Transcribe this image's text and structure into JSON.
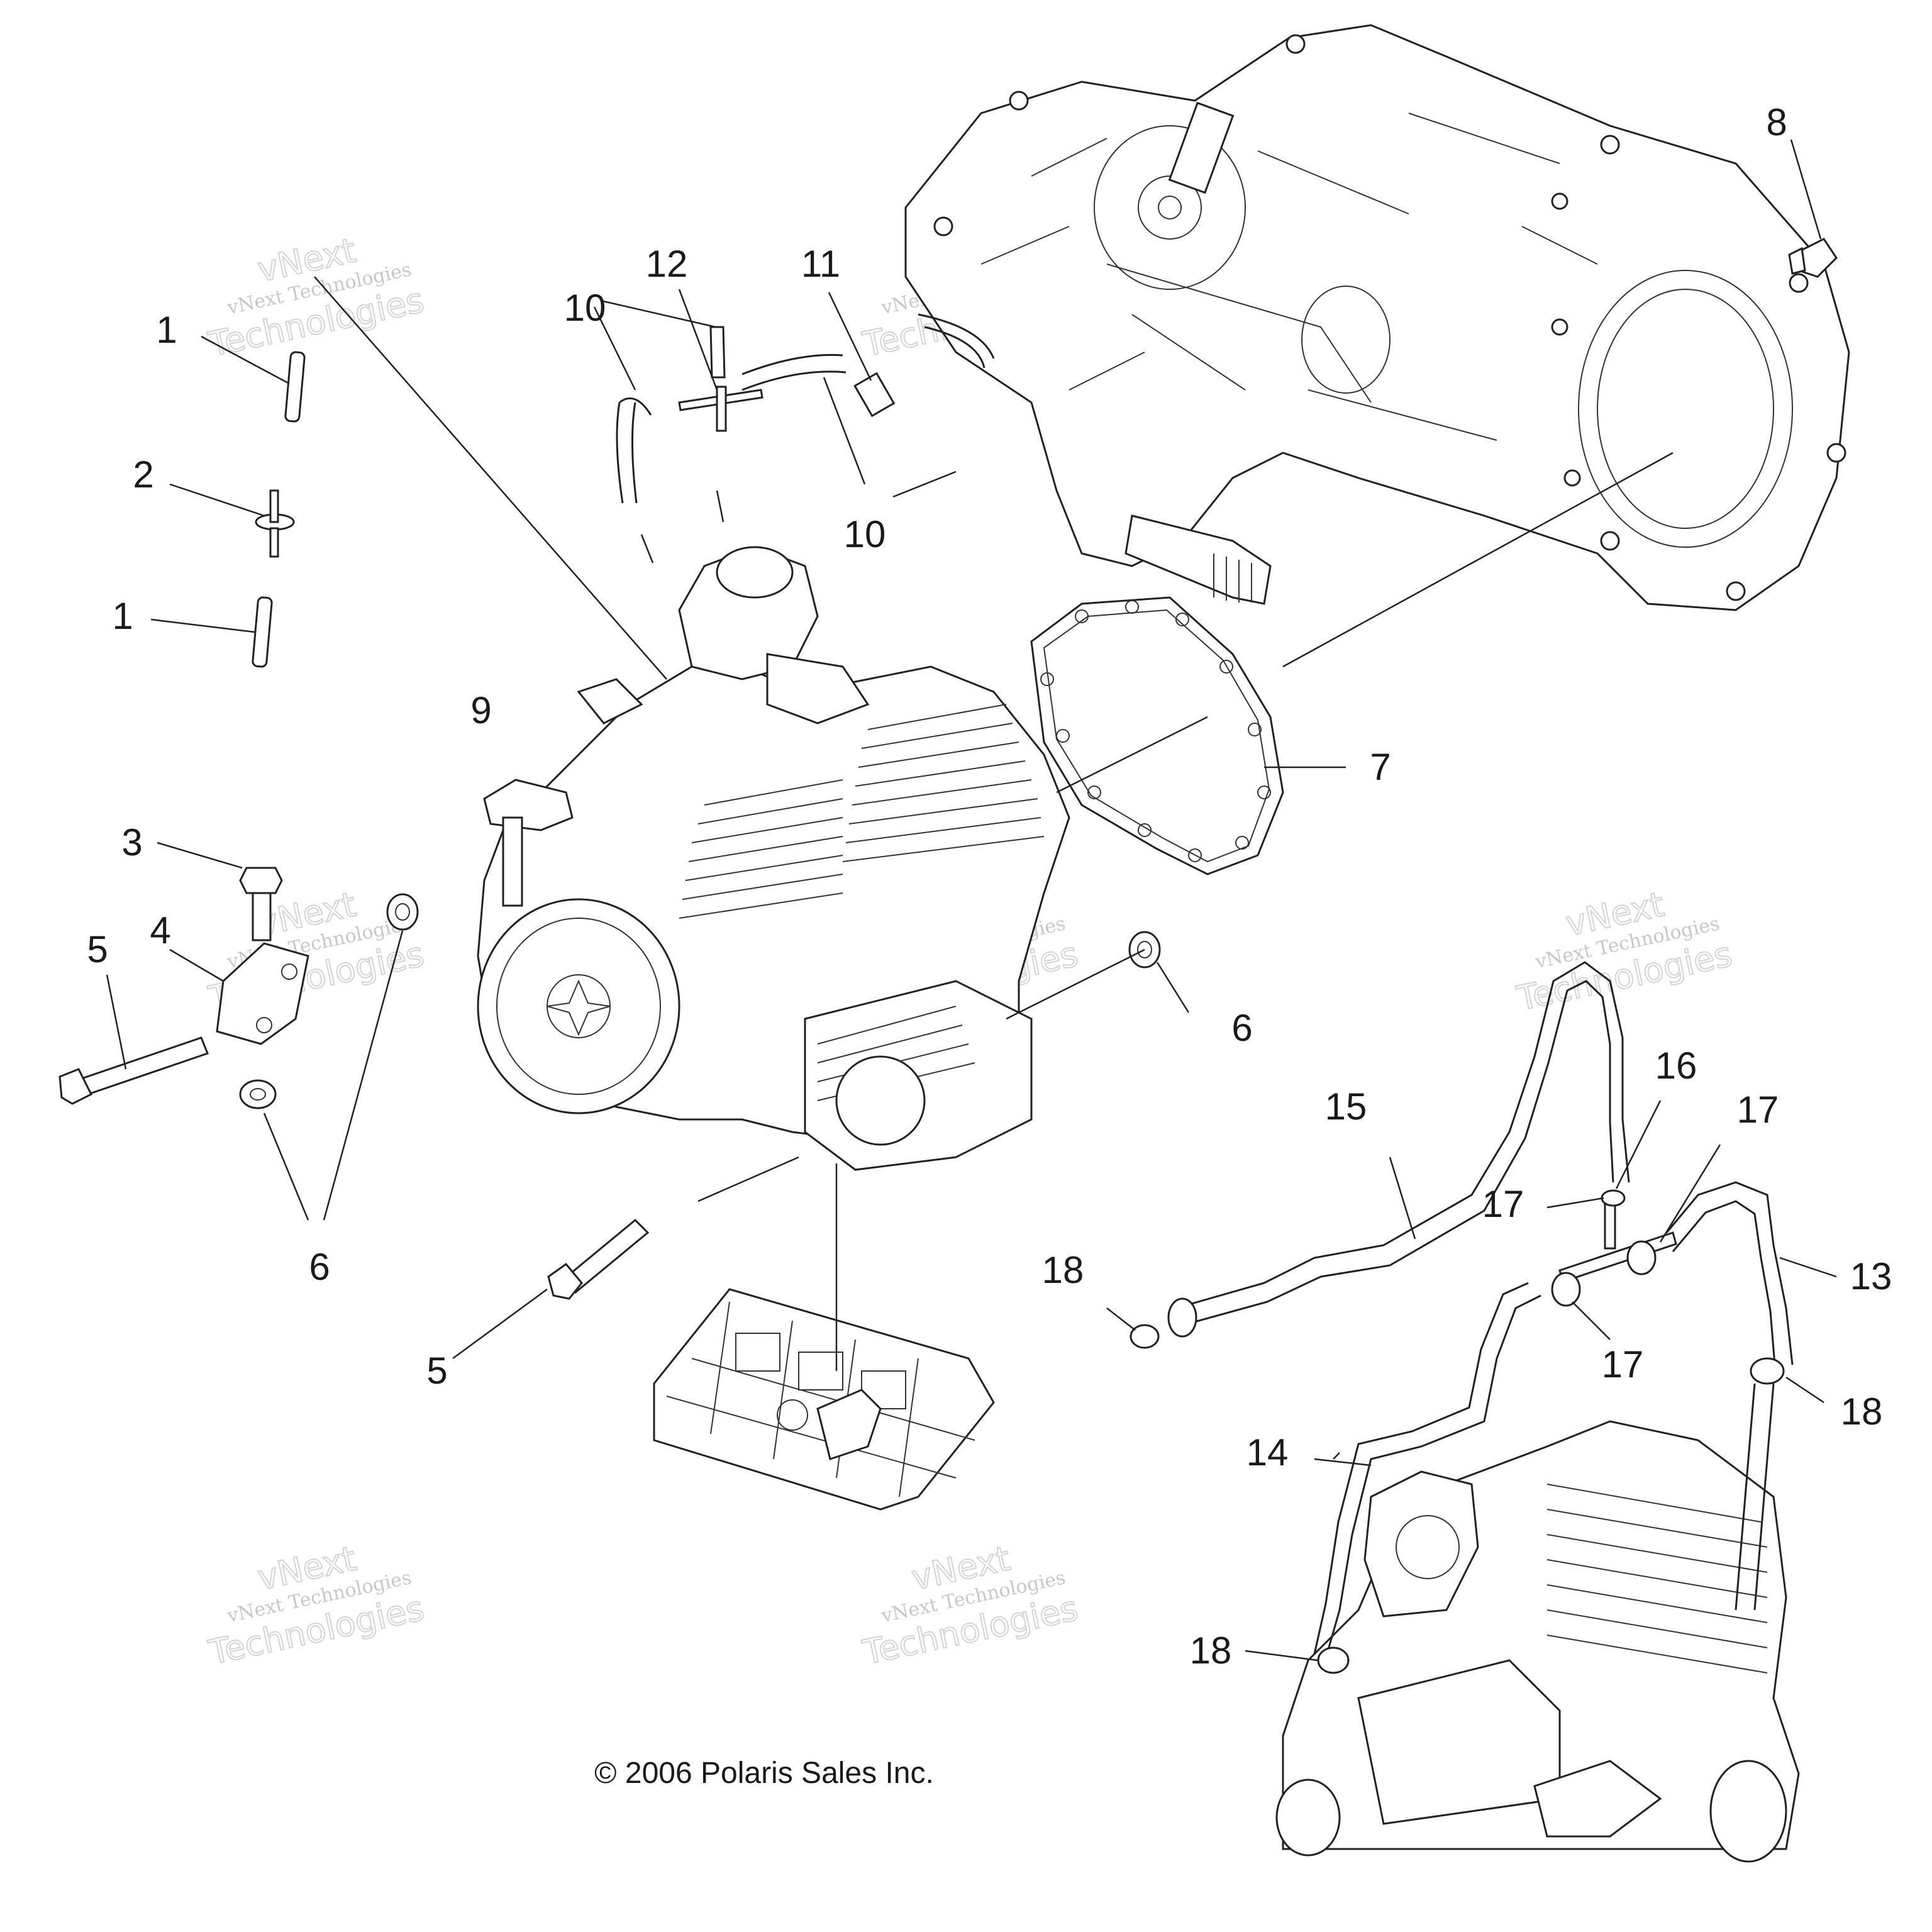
{
  "callouts": [
    {
      "id": "c1a",
      "text": "1"
    },
    {
      "id": "c1b",
      "text": "1"
    },
    {
      "id": "c2",
      "text": "2"
    },
    {
      "id": "c3",
      "text": "3"
    },
    {
      "id": "c4",
      "text": "4"
    },
    {
      "id": "c5a",
      "text": "5"
    },
    {
      "id": "c5b",
      "text": "5"
    },
    {
      "id": "c6a",
      "text": "6"
    },
    {
      "id": "c6b",
      "text": "6"
    },
    {
      "id": "c7",
      "text": "7"
    },
    {
      "id": "c8",
      "text": "8"
    },
    {
      "id": "c9",
      "text": "9"
    },
    {
      "id": "c10a",
      "text": "10"
    },
    {
      "id": "c10b",
      "text": "10"
    },
    {
      "id": "c11",
      "text": "11"
    },
    {
      "id": "c12",
      "text": "12"
    },
    {
      "id": "c13",
      "text": "13"
    },
    {
      "id": "c14",
      "text": "14"
    },
    {
      "id": "c15",
      "text": "15"
    },
    {
      "id": "c16",
      "text": "16"
    },
    {
      "id": "c17a",
      "text": "17"
    },
    {
      "id": "c17b",
      "text": "17"
    },
    {
      "id": "c17c",
      "text": "17"
    },
    {
      "id": "c18a",
      "text": "18"
    },
    {
      "id": "c18b",
      "text": "18"
    },
    {
      "id": "c18c",
      "text": "18"
    }
  ],
  "watermark": {
    "line1": "vNext Technologies",
    "line2": "Technologies",
    "line3": "vNext"
  },
  "copyright": "© 2006 Polaris Sales Inc."
}
